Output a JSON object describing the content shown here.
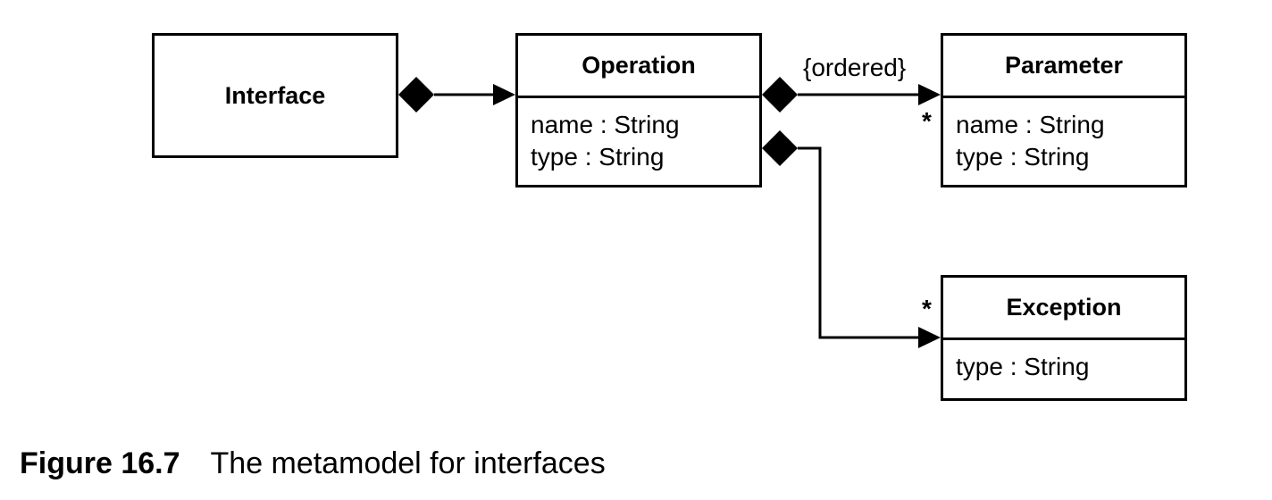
{
  "classes": {
    "interface": {
      "name": "Interface"
    },
    "operation": {
      "name": "Operation",
      "attributes": [
        "name : String",
        "type : String"
      ]
    },
    "parameter": {
      "name": "Parameter",
      "attributes": [
        "name : String",
        "type : String"
      ]
    },
    "exception": {
      "name": "Exception",
      "attributes": [
        "type : String"
      ]
    }
  },
  "associations": {
    "operation_parameter": {
      "constraint": "{ordered}",
      "multiplicity": "*"
    },
    "operation_exception": {
      "multiplicity": "*"
    }
  },
  "caption": {
    "figure": "Figure 16.7",
    "text": "The metamodel for interfaces"
  }
}
